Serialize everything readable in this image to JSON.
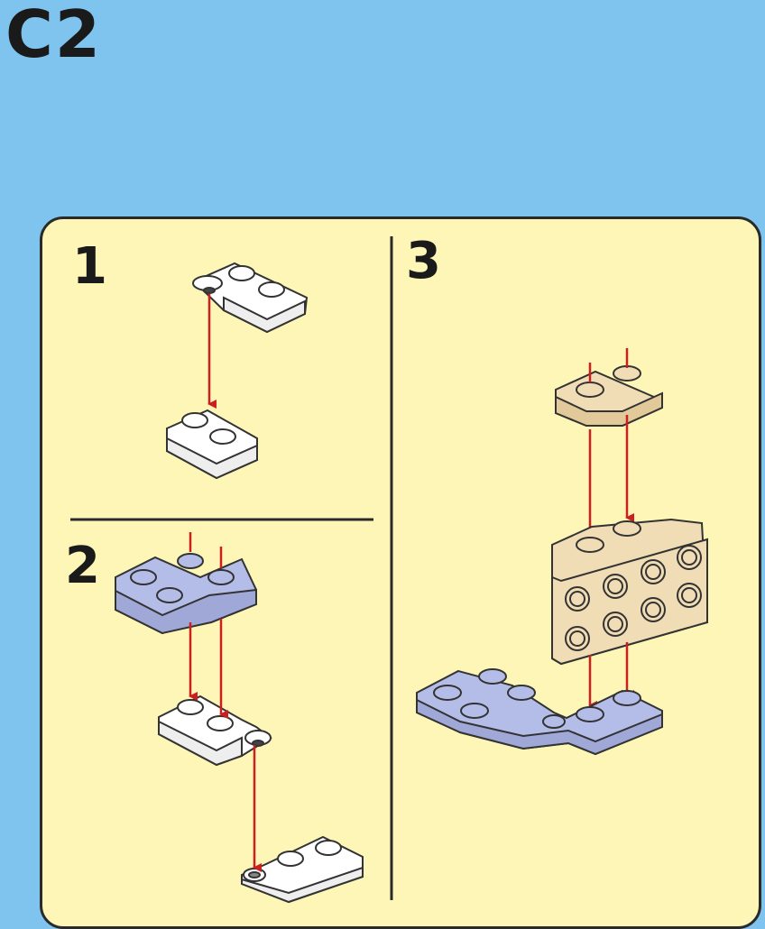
{
  "page": {
    "title": "C2"
  },
  "steps": [
    {
      "label": "1"
    },
    {
      "label": "2"
    },
    {
      "label": "3"
    }
  ],
  "colors": {
    "background": "#7fc4ee",
    "panel": "#fdf6b7",
    "arrow": "#cc1f1f",
    "white_part": "#ffffff",
    "blue_part": "#b4bde8",
    "tan_part": "#f1ddb5"
  }
}
